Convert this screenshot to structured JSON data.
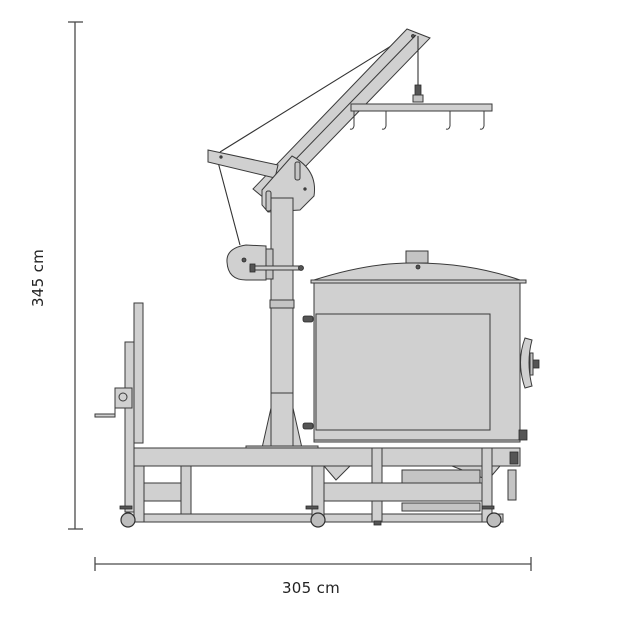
{
  "figure": {
    "subject": "Mobile jib crane with tank on frame",
    "dimensions": {
      "width_label": "305 cm",
      "height_label": "345 cm"
    },
    "colors": {
      "metal_fill": "#d0d0d0",
      "outline": "#3a3a3a",
      "dimension_line": "#4a4a4a",
      "background": "#ffffff"
    },
    "components": [
      "jib-boom",
      "rear-arm",
      "support-cable",
      "lift-cable",
      "spreader-bar-with-4-hooks",
      "winch",
      "mast-column",
      "mast-base-gussets",
      "tank-body",
      "tank-lid",
      "tank-sight-glass",
      "base-frame",
      "hand-crank",
      "castor-wheels"
    ]
  }
}
